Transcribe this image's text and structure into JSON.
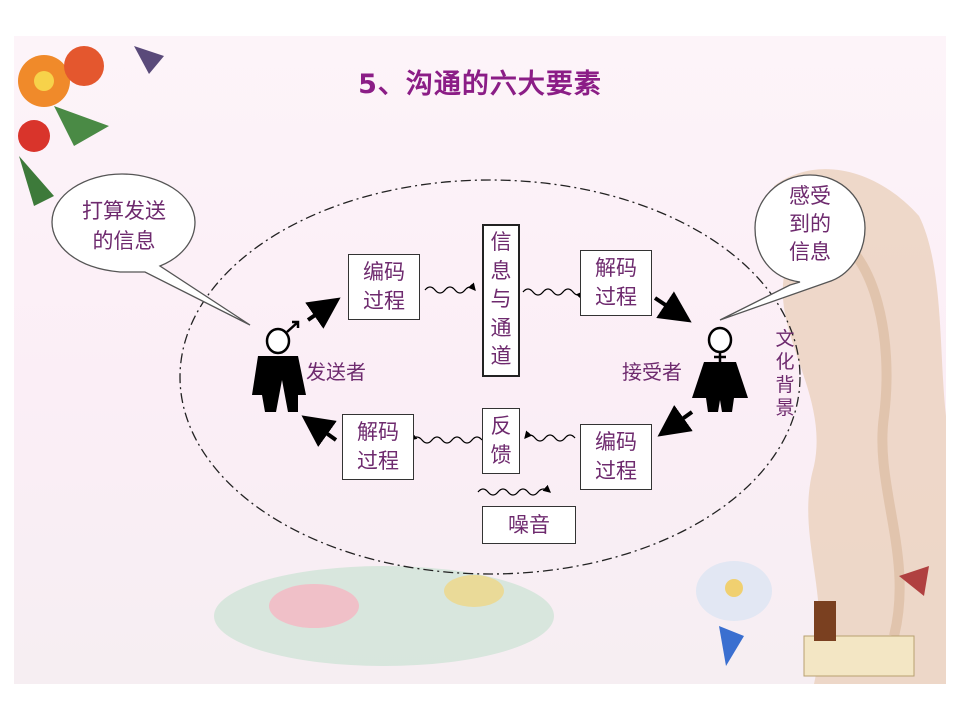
{
  "title": "5、沟通的六大要素",
  "sender": {
    "bubble": [
      "打算发送",
      "的信息"
    ],
    "label": "发送者"
  },
  "receiver": {
    "bubble": [
      "感受",
      "到的",
      "信息"
    ],
    "label": "接受者"
  },
  "top_row": {
    "encode": [
      "编码",
      "过程"
    ],
    "channel": [
      "信",
      "息",
      "与",
      "通",
      "道"
    ],
    "decode": [
      "解码",
      "过程"
    ]
  },
  "bottom_row": {
    "decode": [
      "解码",
      "过程"
    ],
    "feedback": [
      "反",
      "馈"
    ],
    "encode": [
      "编码",
      "过程"
    ]
  },
  "noise": "噪音",
  "culture": [
    "文",
    "化",
    "背",
    "景"
  ],
  "colors": {
    "title": "#8b1d86",
    "text": "#6e2a6e",
    "border": "#333333"
  }
}
